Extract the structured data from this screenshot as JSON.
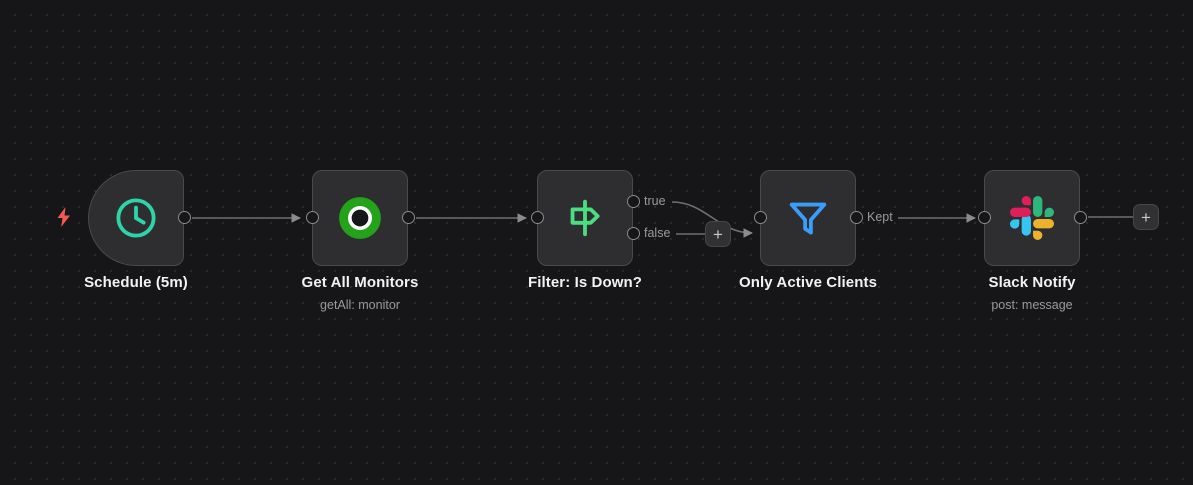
{
  "canvas": {
    "background_color": "#161618",
    "grid_dot_color": "#303034",
    "trigger_bolt_color": "#ef5a52",
    "edge_color": "#6f6f73",
    "node_fill": "#2e2e30",
    "node_border": "#4a4a4d"
  },
  "nodes": [
    {
      "id": "schedule",
      "title": "Schedule (5m)",
      "subtitle": "",
      "icon": "clock-icon",
      "icon_color": "#2dd4a7",
      "shape": "trigger"
    },
    {
      "id": "get-all-monitors",
      "title": "Get All Monitors",
      "subtitle": "getAll: monitor",
      "icon": "uptime-kuma-icon",
      "icon_color": "#23a21a",
      "shape": "rounded"
    },
    {
      "id": "filter-is-down",
      "title": "Filter: Is Down?",
      "subtitle": "",
      "icon": "signpost-icon",
      "icon_color": "#4ade80",
      "shape": "rounded"
    },
    {
      "id": "only-active-clients",
      "title": "Only Active Clients",
      "subtitle": "",
      "icon": "funnel-icon",
      "icon_color": "#3b9dfa",
      "shape": "rounded"
    },
    {
      "id": "slack-notify",
      "title": "Slack Notify",
      "subtitle": "post: message",
      "icon": "slack-icon",
      "icon_color": "#e01e5a",
      "shape": "rounded"
    }
  ],
  "port_labels": {
    "true": "true",
    "false": "false",
    "kept": "Kept"
  },
  "buttons": {
    "add_false_branch": "+",
    "add_next_node": "+"
  },
  "slack_colors": {
    "blue": "#36c5f0",
    "green": "#2eb67d",
    "yellow": "#ecb22e",
    "red": "#e01e5a"
  }
}
